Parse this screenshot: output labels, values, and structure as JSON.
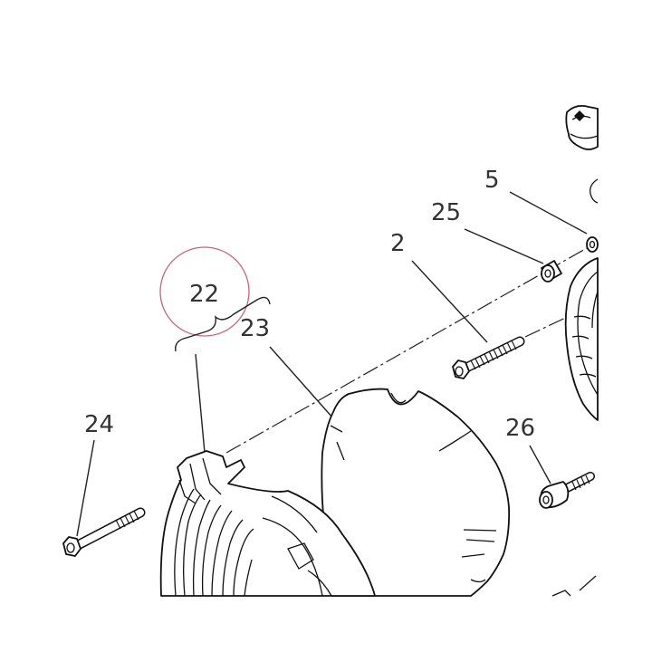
{
  "callouts": {
    "c22": "22",
    "c23": "23",
    "c2": "2",
    "c5": "5",
    "c24": "24",
    "c25": "25",
    "c26": "26"
  },
  "highlight_color": "#d0607a"
}
